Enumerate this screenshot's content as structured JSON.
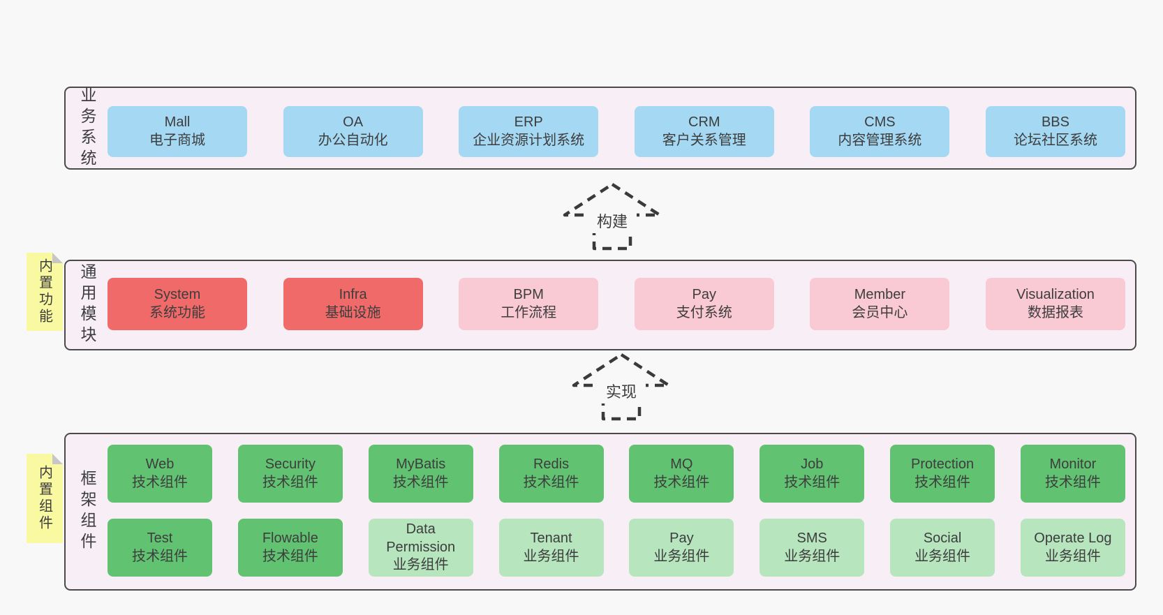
{
  "diagram": {
    "panels": {
      "business": {
        "label": "业务系统",
        "boxes": [
          {
            "name": "Mall",
            "subtitle": "电子商城"
          },
          {
            "name": "OA",
            "subtitle": "办公自动化"
          },
          {
            "name": "ERP",
            "subtitle": "企业资源计划系统"
          },
          {
            "name": "CRM",
            "subtitle": "客户关系管理"
          },
          {
            "name": "CMS",
            "subtitle": "内容管理系统"
          },
          {
            "name": "BBS",
            "subtitle": "论坛社区系统"
          }
        ]
      },
      "modules": {
        "label": "通用模块",
        "sticky": "内置功能",
        "boxes": [
          {
            "name": "System",
            "subtitle": "系统功能"
          },
          {
            "name": "Infra",
            "subtitle": "基础设施"
          },
          {
            "name": "BPM",
            "subtitle": "工作流程"
          },
          {
            "name": "Pay",
            "subtitle": "支付系统"
          },
          {
            "name": "Member",
            "subtitle": "会员中心"
          },
          {
            "name": "Visualization",
            "subtitle": "数据报表"
          }
        ]
      },
      "components": {
        "label": "框架组件",
        "sticky": "内置组件",
        "row1": [
          {
            "name": "Web",
            "subtitle": "技术组件"
          },
          {
            "name": "Security",
            "subtitle": "技术组件"
          },
          {
            "name": "MyBatis",
            "subtitle": "技术组件"
          },
          {
            "name": "Redis",
            "subtitle": "技术组件"
          },
          {
            "name": "MQ",
            "subtitle": "技术组件"
          },
          {
            "name": "Job",
            "subtitle": "技术组件"
          },
          {
            "name": "Protection",
            "subtitle": "技术组件"
          },
          {
            "name": "Monitor",
            "subtitle": "技术组件"
          }
        ],
        "row2": [
          {
            "name": "Test",
            "subtitle": "技术组件"
          },
          {
            "name": "Flowable",
            "subtitle": "技术组件"
          },
          {
            "name": "Data Permission",
            "subtitle": "业务组件"
          },
          {
            "name": "Tenant",
            "subtitle": "业务组件"
          },
          {
            "name": "Pay",
            "subtitle": "业务组件"
          },
          {
            "name": "SMS",
            "subtitle": "业务组件"
          },
          {
            "name": "Social",
            "subtitle": "业务组件"
          },
          {
            "name": "Operate Log",
            "subtitle": "业务组件"
          }
        ]
      }
    },
    "arrows": {
      "build": "构建",
      "implement": "实现"
    },
    "colors": {
      "background": "#f8f8f8",
      "panel_fill": "#f8eef6",
      "panel_border": "#4a4a4a",
      "blue_box": "#a5d8f2",
      "red_box": "#f16a6a",
      "pink_box": "#f9c9d4",
      "green_box": "#61c372",
      "green_light_box": "#b6e5be",
      "sticky_yellow": "#f9f9a2",
      "text": "#3d3d3d"
    }
  }
}
